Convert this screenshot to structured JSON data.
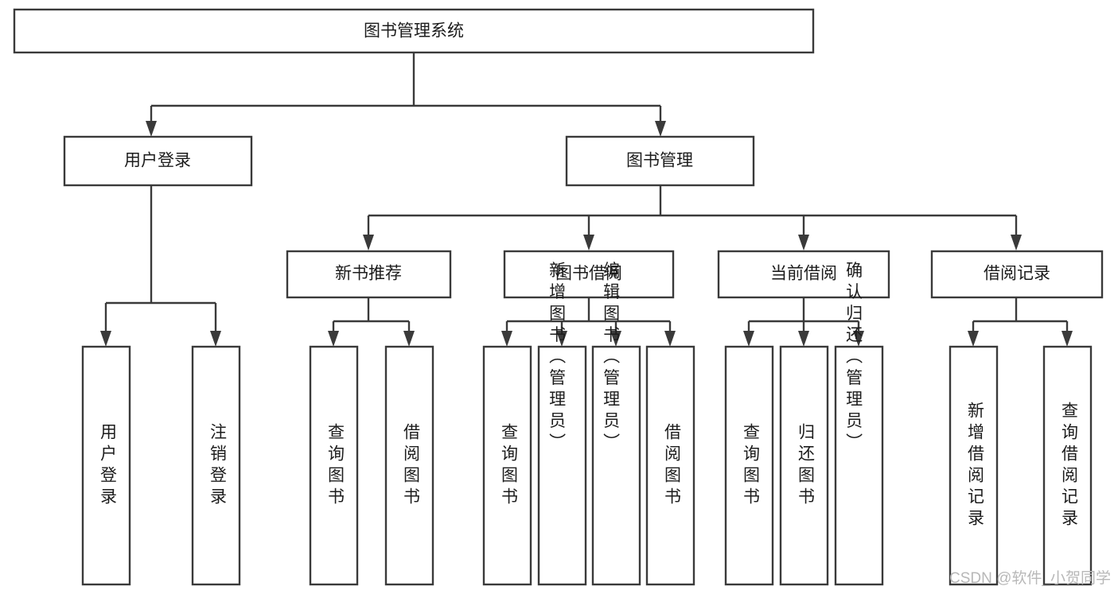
{
  "diagram": {
    "title": "图书管理系统",
    "type": "tree-hierarchy",
    "root": {
      "id": "root",
      "label": "图书管理系统",
      "orientation": "horizontal"
    },
    "level2": [
      {
        "id": "user-login",
        "label": "用户登录",
        "orientation": "horizontal"
      },
      {
        "id": "book-manage",
        "label": "图书管理",
        "orientation": "horizontal"
      }
    ],
    "level3": [
      {
        "id": "new-book-rec",
        "label": "新书推荐",
        "orientation": "horizontal",
        "parent": "book-manage"
      },
      {
        "id": "book-borrow",
        "label": "图书借阅",
        "orientation": "horizontal",
        "parent": "book-manage"
      },
      {
        "id": "current-borrow",
        "label": "当前借阅",
        "orientation": "horizontal",
        "parent": "book-manage"
      },
      {
        "id": "borrow-record",
        "label": "借阅记录",
        "orientation": "horizontal",
        "parent": "book-manage"
      }
    ],
    "leaves": [
      {
        "id": "leaf-user-login",
        "label": "用户登录",
        "parent": "user-login",
        "orientation": "vertical"
      },
      {
        "id": "leaf-user-logout",
        "label": "注销登录",
        "parent": "user-login",
        "orientation": "vertical"
      },
      {
        "id": "leaf-query-book-1",
        "label": "查询图书",
        "parent": "new-book-rec",
        "orientation": "vertical"
      },
      {
        "id": "leaf-borrow-book-1",
        "label": "借阅图书",
        "parent": "new-book-rec",
        "orientation": "vertical"
      },
      {
        "id": "leaf-query-book-2",
        "label": "查询图书",
        "parent": "book-borrow",
        "orientation": "vertical"
      },
      {
        "id": "leaf-add-book",
        "label": "新增图书（管理员）",
        "parent": "book-borrow",
        "orientation": "vertical"
      },
      {
        "id": "leaf-edit-book",
        "label": "编辑图书（管理员）",
        "parent": "book-borrow",
        "orientation": "vertical"
      },
      {
        "id": "leaf-borrow-book-2",
        "label": "借阅图书",
        "parent": "book-borrow",
        "orientation": "vertical"
      },
      {
        "id": "leaf-query-book-3",
        "label": "查询图书",
        "parent": "current-borrow",
        "orientation": "vertical"
      },
      {
        "id": "leaf-return-book",
        "label": "归还图书",
        "parent": "current-borrow",
        "orientation": "vertical"
      },
      {
        "id": "leaf-confirm-return",
        "label": "确认归还（管理员）",
        "parent": "current-borrow",
        "orientation": "vertical"
      },
      {
        "id": "leaf-add-record",
        "label": "新增借阅记录",
        "parent": "borrow-record",
        "orientation": "vertical"
      },
      {
        "id": "leaf-query-record",
        "label": "查询借阅记录",
        "parent": "borrow-record",
        "orientation": "vertical"
      }
    ],
    "watermark": "CSDN @软件_小贺同学",
    "colors": {
      "stroke": "#3a3a3a",
      "fill": "#ffffff",
      "text": "#1c1c1c",
      "watermark": "#b8b8b8"
    }
  }
}
